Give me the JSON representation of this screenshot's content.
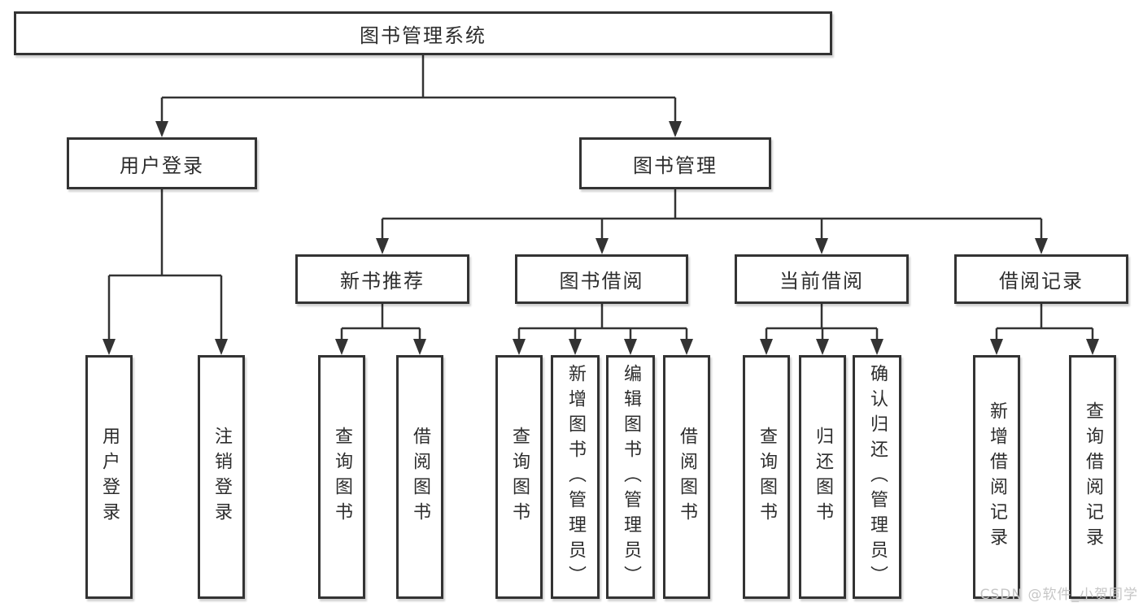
{
  "diagram": {
    "root": {
      "label": "图书管理系统",
      "children": [
        {
          "label": "用户登录",
          "children": [
            {
              "label": "用户登录"
            },
            {
              "label": "注销登录"
            }
          ]
        },
        {
          "label": "图书管理",
          "children": [
            {
              "label": "新书推荐",
              "children": [
                {
                  "label": "查询图书"
                },
                {
                  "label": "借阅图书"
                }
              ]
            },
            {
              "label": "图书借阅",
              "children": [
                {
                  "label": "查询图书"
                },
                {
                  "label": "新增图书（管理员）"
                },
                {
                  "label": "编辑图书（管理员）"
                },
                {
                  "label": "借阅图书"
                }
              ]
            },
            {
              "label": "当前借阅",
              "children": [
                {
                  "label": "查询图书"
                },
                {
                  "label": "归还图书"
                },
                {
                  "label": "确认归还（管理员）"
                }
              ]
            },
            {
              "label": "借阅记录",
              "children": [
                {
                  "label": "新增借阅记录"
                },
                {
                  "label": "查询借阅记录"
                }
              ]
            }
          ]
        }
      ]
    }
  },
  "watermark": {
    "text": "CSDN @软件_小贺同学"
  },
  "colors": {
    "background": "#ffffff",
    "border": "#333333",
    "line": "#333333",
    "text": "#2d2d2d",
    "watermark": "#c6c6c6"
  }
}
